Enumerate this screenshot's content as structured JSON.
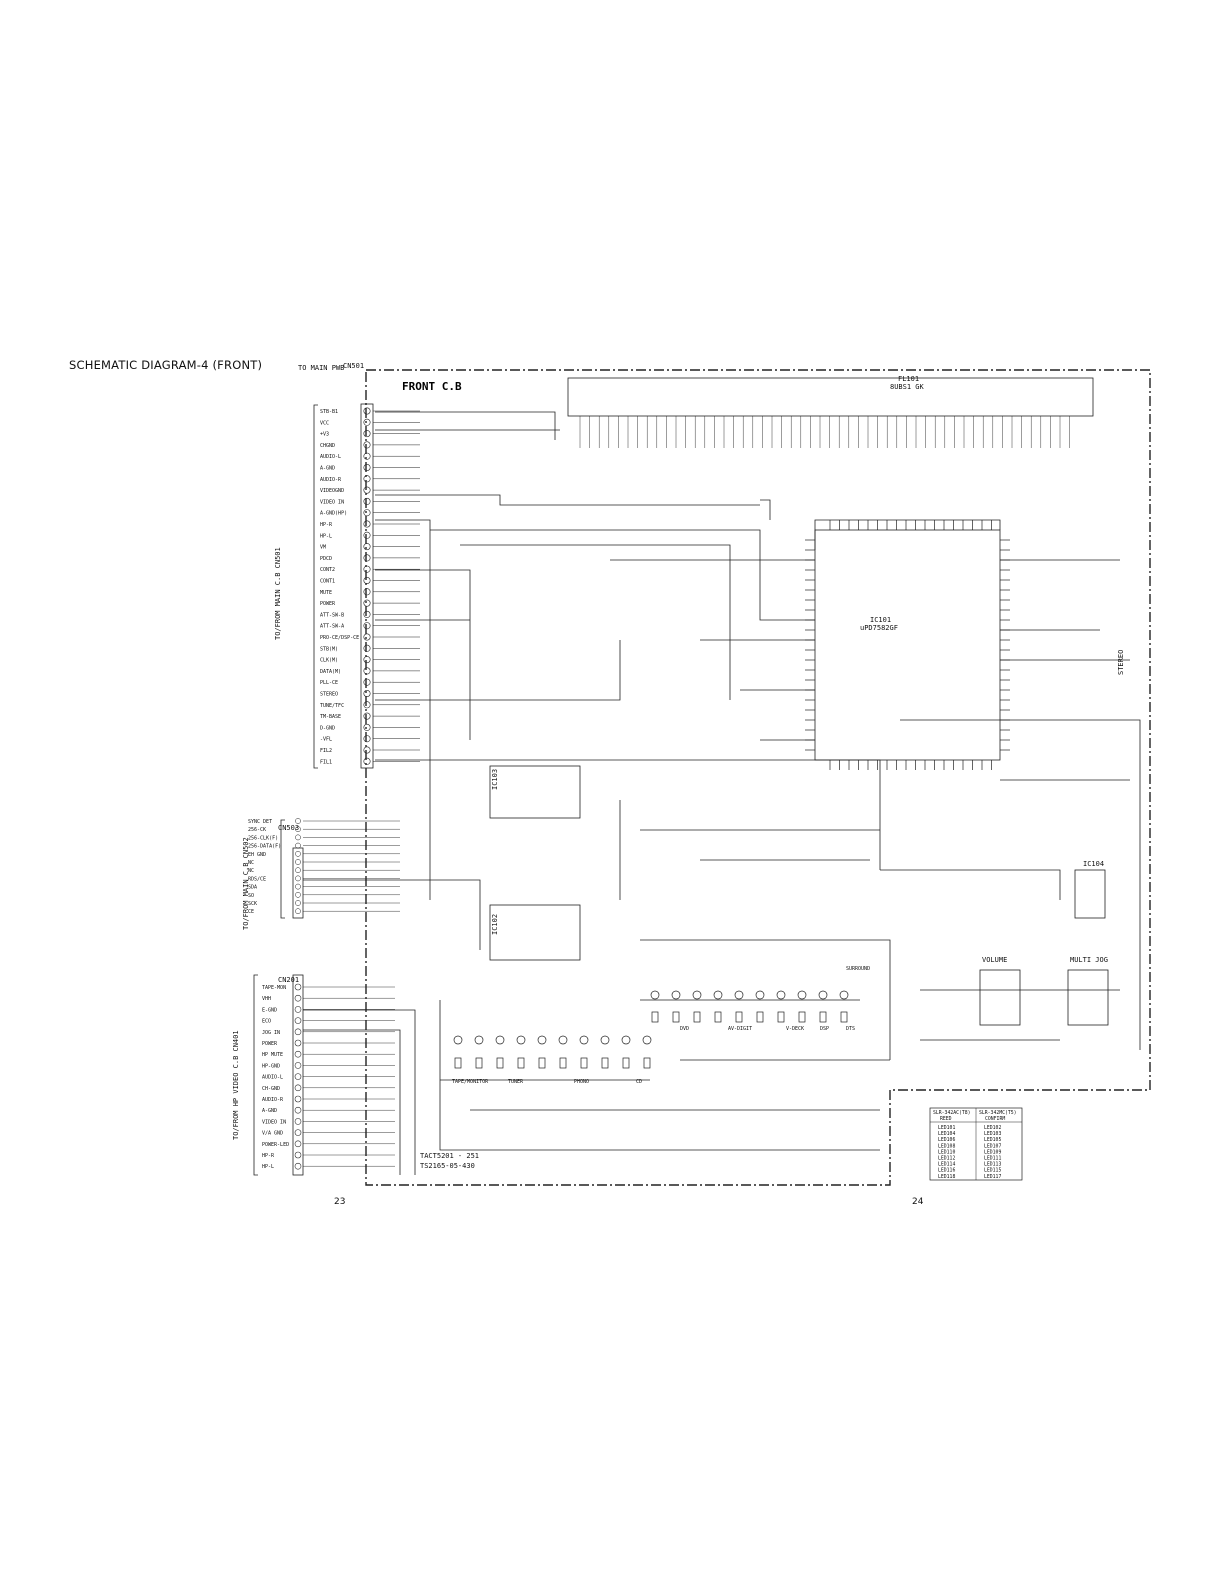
{
  "title": "SCHEMATIC DIAGRAM-4 (FRONT)",
  "board_title": "FRONT C.B",
  "to_main_pwb": "TO MAIN PWB",
  "cn_top": "CN501",
  "fl_label": "FL101",
  "fl_part": "8UBS1 GK",
  "ic_main": "IC101",
  "ic_main_part": "uPD7582GF",
  "ic_left_top": "IC103",
  "ic_left_bottom": "IC102",
  "ic_right": "IC104",
  "volume_label": "VOLUME",
  "multi_jog_label": "MULTI JOG",
  "stereo_label": "STEREO",
  "sync_det_label": "SYNC DET",
  "cn_sync": "CN503",
  "cn_bottom": "CN201",
  "tact_label": "TACT5201 - 251",
  "tact_part": "TS2165-05-430",
  "side_label_top": "TO/FROM MAIN C.B CN501",
  "side_label_mid": "TO/FROM MAIN C.B CN502",
  "side_label_bottom": "TO/FROM HP VIDEO C.B CN401",
  "left_pins": [
    "STB-B1",
    "VCC",
    "+V3",
    "CHGND",
    "AUDIO-L",
    "A-GND",
    "AUDIO-R",
    "VIDEOGND",
    "VIDEO IN",
    "A-GND(HP)",
    "HP-R",
    "HP-L",
    "VM",
    "PDCD",
    "CONT2",
    "CONT1",
    "MUTE",
    "POWER",
    "ATT-SW-B",
    "ATT-SW-A",
    "PRO-CE/DSP-CE",
    "STB(M)",
    "CLK(M)",
    "DATA(M)",
    "PLL-CE",
    "STEREO",
    "TUNE/TFC",
    "TM-BASE",
    "D-GND",
    "-VFL",
    "FIL2",
    "FIL1"
  ],
  "mid_pins": [
    "SYNC DET",
    "256-CK",
    "256-CLK(F)",
    "256-DATA(F)",
    "EH GND",
    "NC",
    "NC",
    "RDS/CE",
    "SDA",
    "SO",
    "SCK",
    "CE"
  ],
  "bottom_pins": [
    "TAPE-MON",
    "VHH",
    "E-GND",
    "ECO",
    "JOG IN",
    "POWER",
    "HP MUTE",
    "HP-GND",
    "AUDIO-L",
    "CH-GND",
    "AUDIO-R",
    "A-GND",
    "VIDEO IN",
    "V/A GND",
    "POWER-LED",
    "HP-R",
    "HP-L"
  ],
  "button_labels": [
    "TAPE/MONITOR",
    "TUNER",
    "PHONO",
    "CD",
    "DVD",
    "AV-DIGIT",
    "V-DECK",
    "DSP",
    "DTS",
    "SURROUND"
  ],
  "table": {
    "headers": [
      "SLR-342AC(T8)",
      "SLR-342MC(T5)"
    ],
    "sub_headers": [
      "REED",
      "CONFIRM"
    ],
    "rows": [
      [
        "LED101",
        "LED102"
      ],
      [
        "LED104",
        "LED103"
      ],
      [
        "LED106",
        "LED105"
      ],
      [
        "LED108",
        "LED107"
      ],
      [
        "LED110",
        "LED109"
      ],
      [
        "LED112",
        "LED111"
      ],
      [
        "LED114",
        "LED113"
      ],
      [
        "LED116",
        "LED115"
      ],
      [
        "LED118",
        "LED117"
      ]
    ]
  },
  "page_left": "23",
  "page_right": "24"
}
